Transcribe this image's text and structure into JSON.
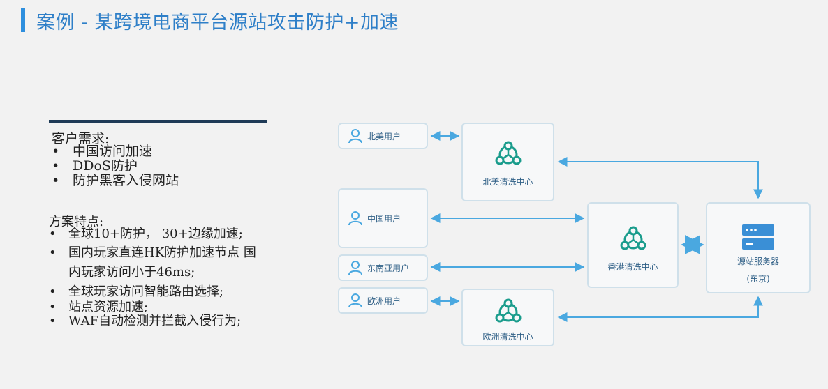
{
  "title": "案例 - 某跨境电商平台源站攻击防护+加速",
  "requirements": {
    "heading": "客户需求:",
    "items": [
      "中国访问加速",
      "DDoS防护",
      "防护黑客入侵网站"
    ]
  },
  "solution": {
    "heading": "方案特点:",
    "items": [
      {
        "line1": "全球10+防护， 30+边缘加速;",
        "line2": ""
      },
      {
        "line1": "国内玩家直连HK防护加速节点 国",
        "line2": "内玩家访问小于46ms;"
      },
      {
        "line1": "全球玩家访问智能路由选择;",
        "line2": ""
      },
      {
        "line1": "站点资源加速;",
        "line2": ""
      },
      {
        "line1": "WAF自动检测并拦截入侵行为;",
        "line2": ""
      }
    ]
  },
  "bullet": "•",
  "diagram": {
    "users": {
      "na": "北美用户",
      "cn": "中国用户",
      "sea": "东南亚用户",
      "eu": "欧洲用户"
    },
    "centers": {
      "na": "北美清洗中心",
      "hk": "香港清洗中心",
      "eu": "欧洲清洗中心"
    },
    "server": {
      "label": "源站服务器",
      "location": "(东京)"
    },
    "colors": {
      "arrow": "#4aa8e0",
      "teal": "#1a9c8c",
      "box_border": "#cfe0ea",
      "title": "#2e7fc8"
    },
    "icons": {
      "user": "user-icon",
      "center": "cleaning-center-icon",
      "server": "server-icon"
    }
  }
}
